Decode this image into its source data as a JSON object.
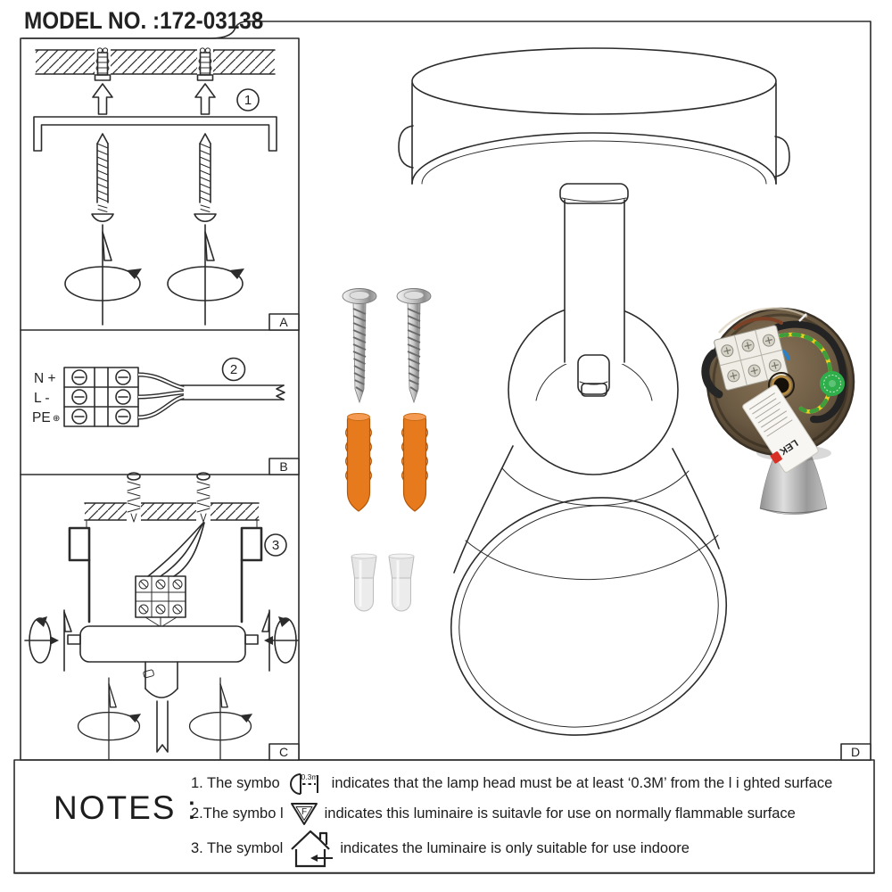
{
  "header": {
    "model_label": "MODEL NO. :172-03138"
  },
  "panels": {
    "a": {
      "step": "1",
      "label": "A"
    },
    "b": {
      "step": "2",
      "label": "B",
      "terminals": [
        "N +",
        "L -",
        "PE"
      ],
      "pe_symbol": "⊕"
    },
    "c": {
      "step": "3",
      "label": "C"
    },
    "d": {
      "label": "D"
    }
  },
  "photo": {
    "brand": "LEK"
  },
  "notes": {
    "title": "NOTES :",
    "item1": {
      "pre": "1. The symbo",
      "symbol_text": "0.3m",
      "post": "indicates that the lamp head must be at least ‘0.3M’ from the l i ghted surface"
    },
    "item2": {
      "pre": "2.The symbo l",
      "symbol_text": "F",
      "post": "indicates this luminaire is suitavle for use on normally flammable surface"
    },
    "item3": {
      "pre": "3. The symbol",
      "post": "indicates the luminaire is only suitable for use indoore"
    }
  },
  "colors": {
    "plug_orange": "#E87A1E",
    "sticker_green": "#2fae4c",
    "logo_red": "#d93025",
    "earth_yellow": "#e9d020",
    "earth_green": "#3f9e3c",
    "wire_blue": "#2a7fc9",
    "wire_brown": "#7c4027"
  }
}
